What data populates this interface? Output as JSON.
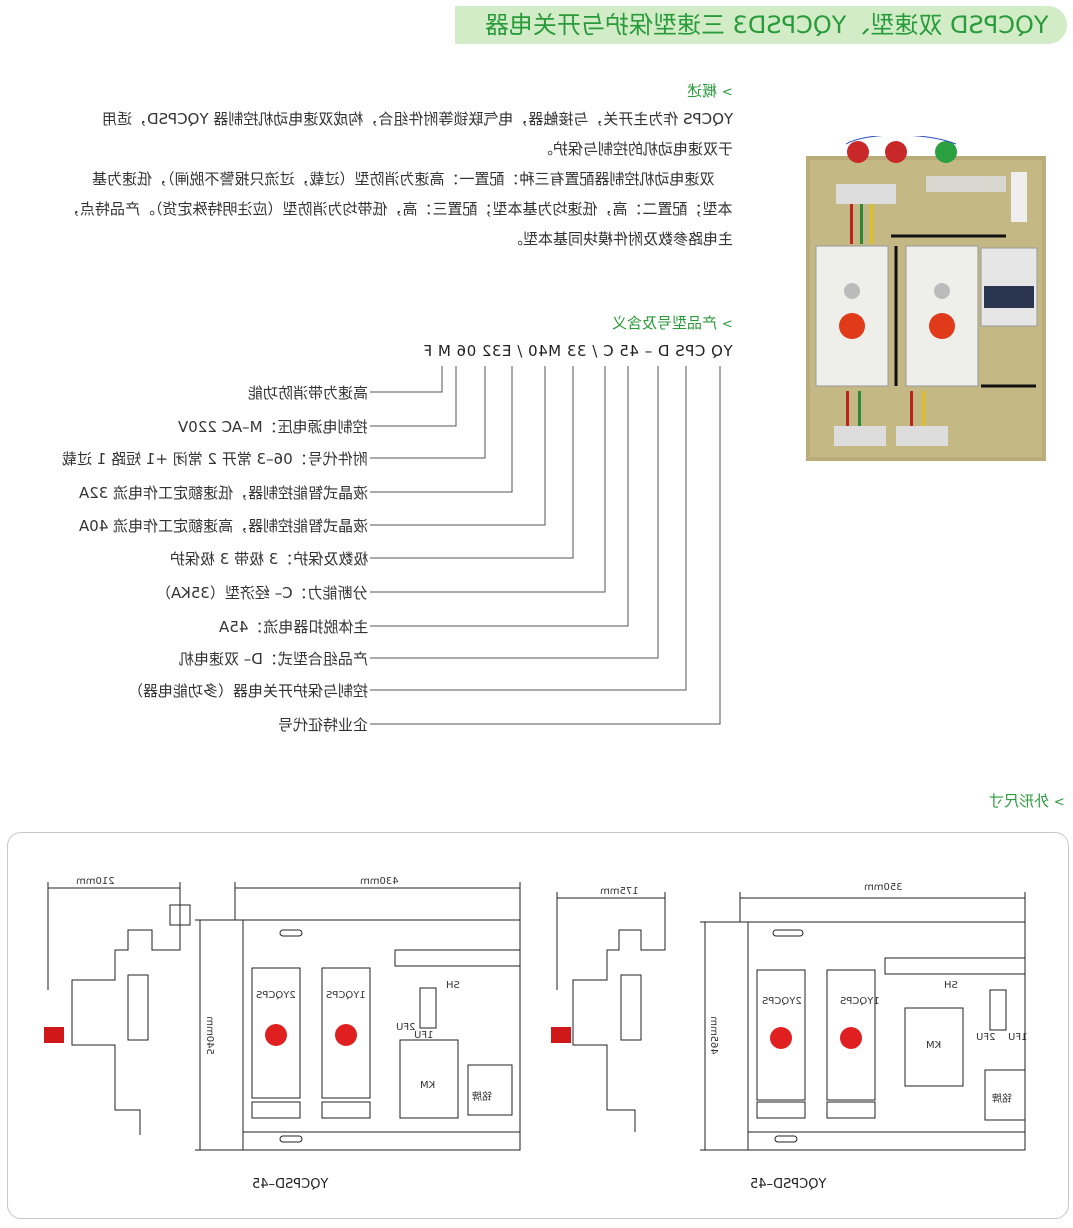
{
  "title": "YQCPSD 双速型、YQCPSD3 三速型保护与开关电器",
  "overview": {
    "heading": "概述",
    "lines": [
      "YQCPS 作为主开关，与接触器，电气联锁等附件组合，构成双速电动机控制器 YQCPSD，适用",
      "于双速电动机的控制与保护。",
      "双速电动机控制器配置有三种：配置一：高速为消防型（过载，过流只报警不脱闸），低速为基",
      "本型；配置二：高，低速均为基本型；配置三：高，低带均为消防型（应注明特殊定货）。产品特点，",
      "主电路参数及附件模块同基本型。"
    ]
  },
  "model": {
    "heading": "产品型号及含义",
    "code": "YQ  CPS  D  – 45 C / 33 M40 / E32 06 M F",
    "definitions": [
      "高速为带消防功能",
      "控制电源电压：M–AC 220V",
      "附件代号：06–3 常开 2 常闭 +1 短路 1 过载",
      "液晶式智能控制器，低速额定工作电流 32A",
      "液晶式智能控制器，高速额定工作电流 40A",
      "极数及保护：3 极带 3 极保护",
      "分断能力：C– 经济型（35KA）",
      "主体脱扣器电流：45A",
      "产品组合型式：D– 双速电机",
      "控制与保护开关电器（多功能电器）",
      "企业特征代号"
    ]
  },
  "dimensions": {
    "heading": "外形尺寸",
    "left": {
      "side_width": "210mm",
      "front_width": "430mm",
      "height": "540mm",
      "caption": "YQCPSD–45",
      "unit1": "2YQCPS",
      "unit2": "1YQCPS",
      "contactor": "KM",
      "terminal": "SH",
      "fuse1": "1FU",
      "fuse2": "2FU",
      "nameplate": "铭牌"
    },
    "right": {
      "side_width": "175mm",
      "front_width": "350mm",
      "height": "465mm",
      "caption": "YQCPSD–45",
      "unit1": "2YQCPS",
      "unit2": "1YQCPS",
      "contactor": "KM",
      "terminal": "SH",
      "fuse1": "1FU",
      "fuse2": "2FU",
      "nameplate": "铭牌"
    }
  },
  "colors": {
    "accent_green": "#2a9b3a",
    "banner_bg": "#d3ecc8",
    "knob_red": "#e02020"
  }
}
